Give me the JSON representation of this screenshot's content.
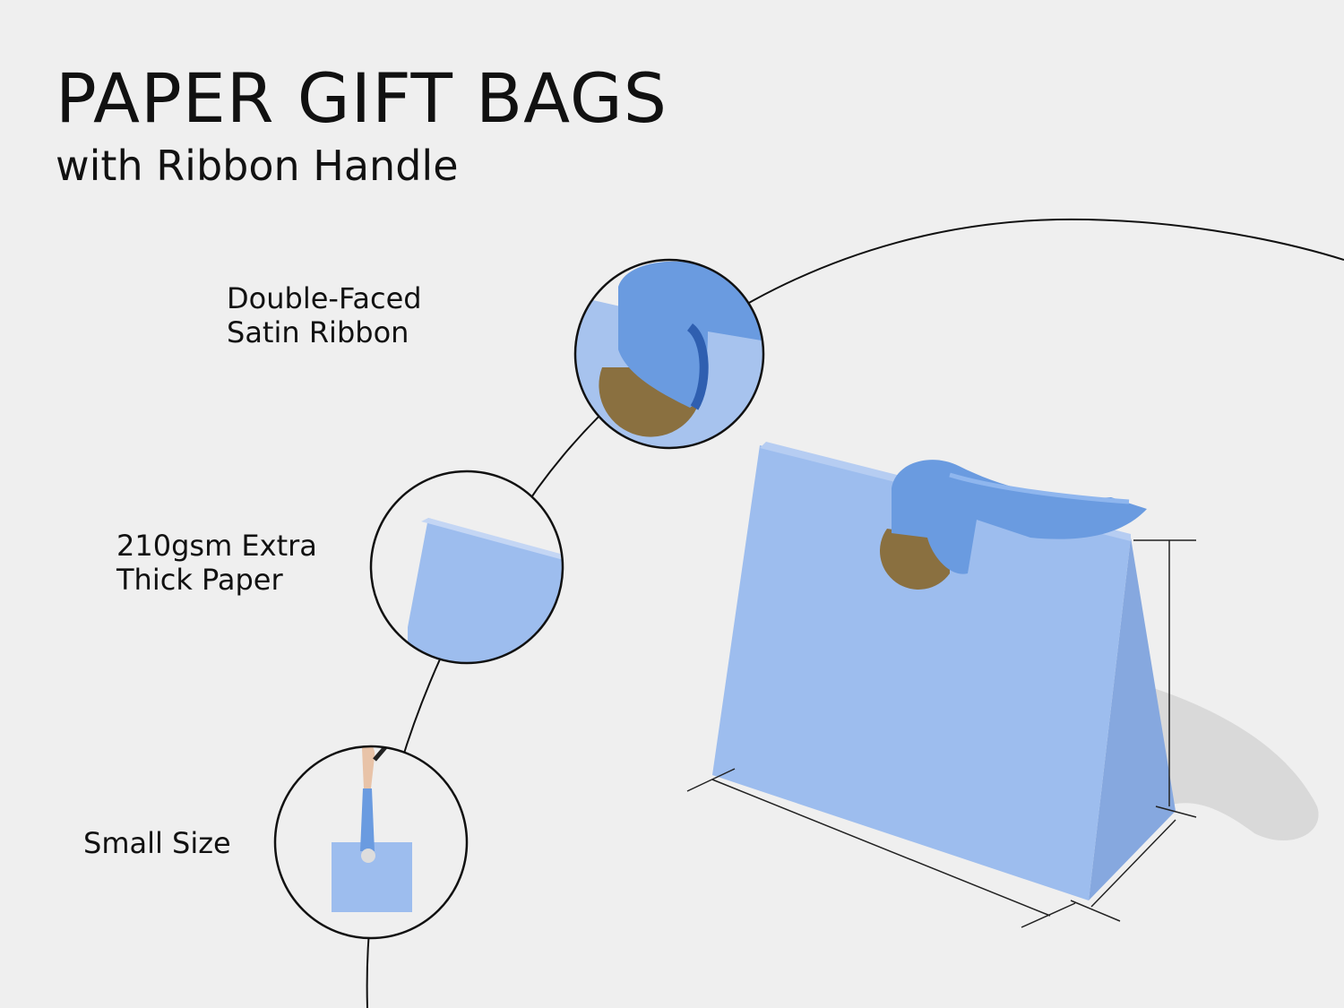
{
  "header": {
    "title": "PAPER GIFT BAGS",
    "subtitle": "with Ribbon Handle"
  },
  "features": [
    {
      "line1": "Double-Faced",
      "line2": "Satin Ribbon"
    },
    {
      "line1": "210gsm Extra",
      "line2": "Thick Paper"
    },
    {
      "line1": "Small Size"
    }
  ],
  "colors": {
    "background": "#efefef",
    "bag": "#9dbdee",
    "bag_side": "#8fb0e4",
    "ribbon": "#6a9be0",
    "gold": "#8a7040"
  }
}
